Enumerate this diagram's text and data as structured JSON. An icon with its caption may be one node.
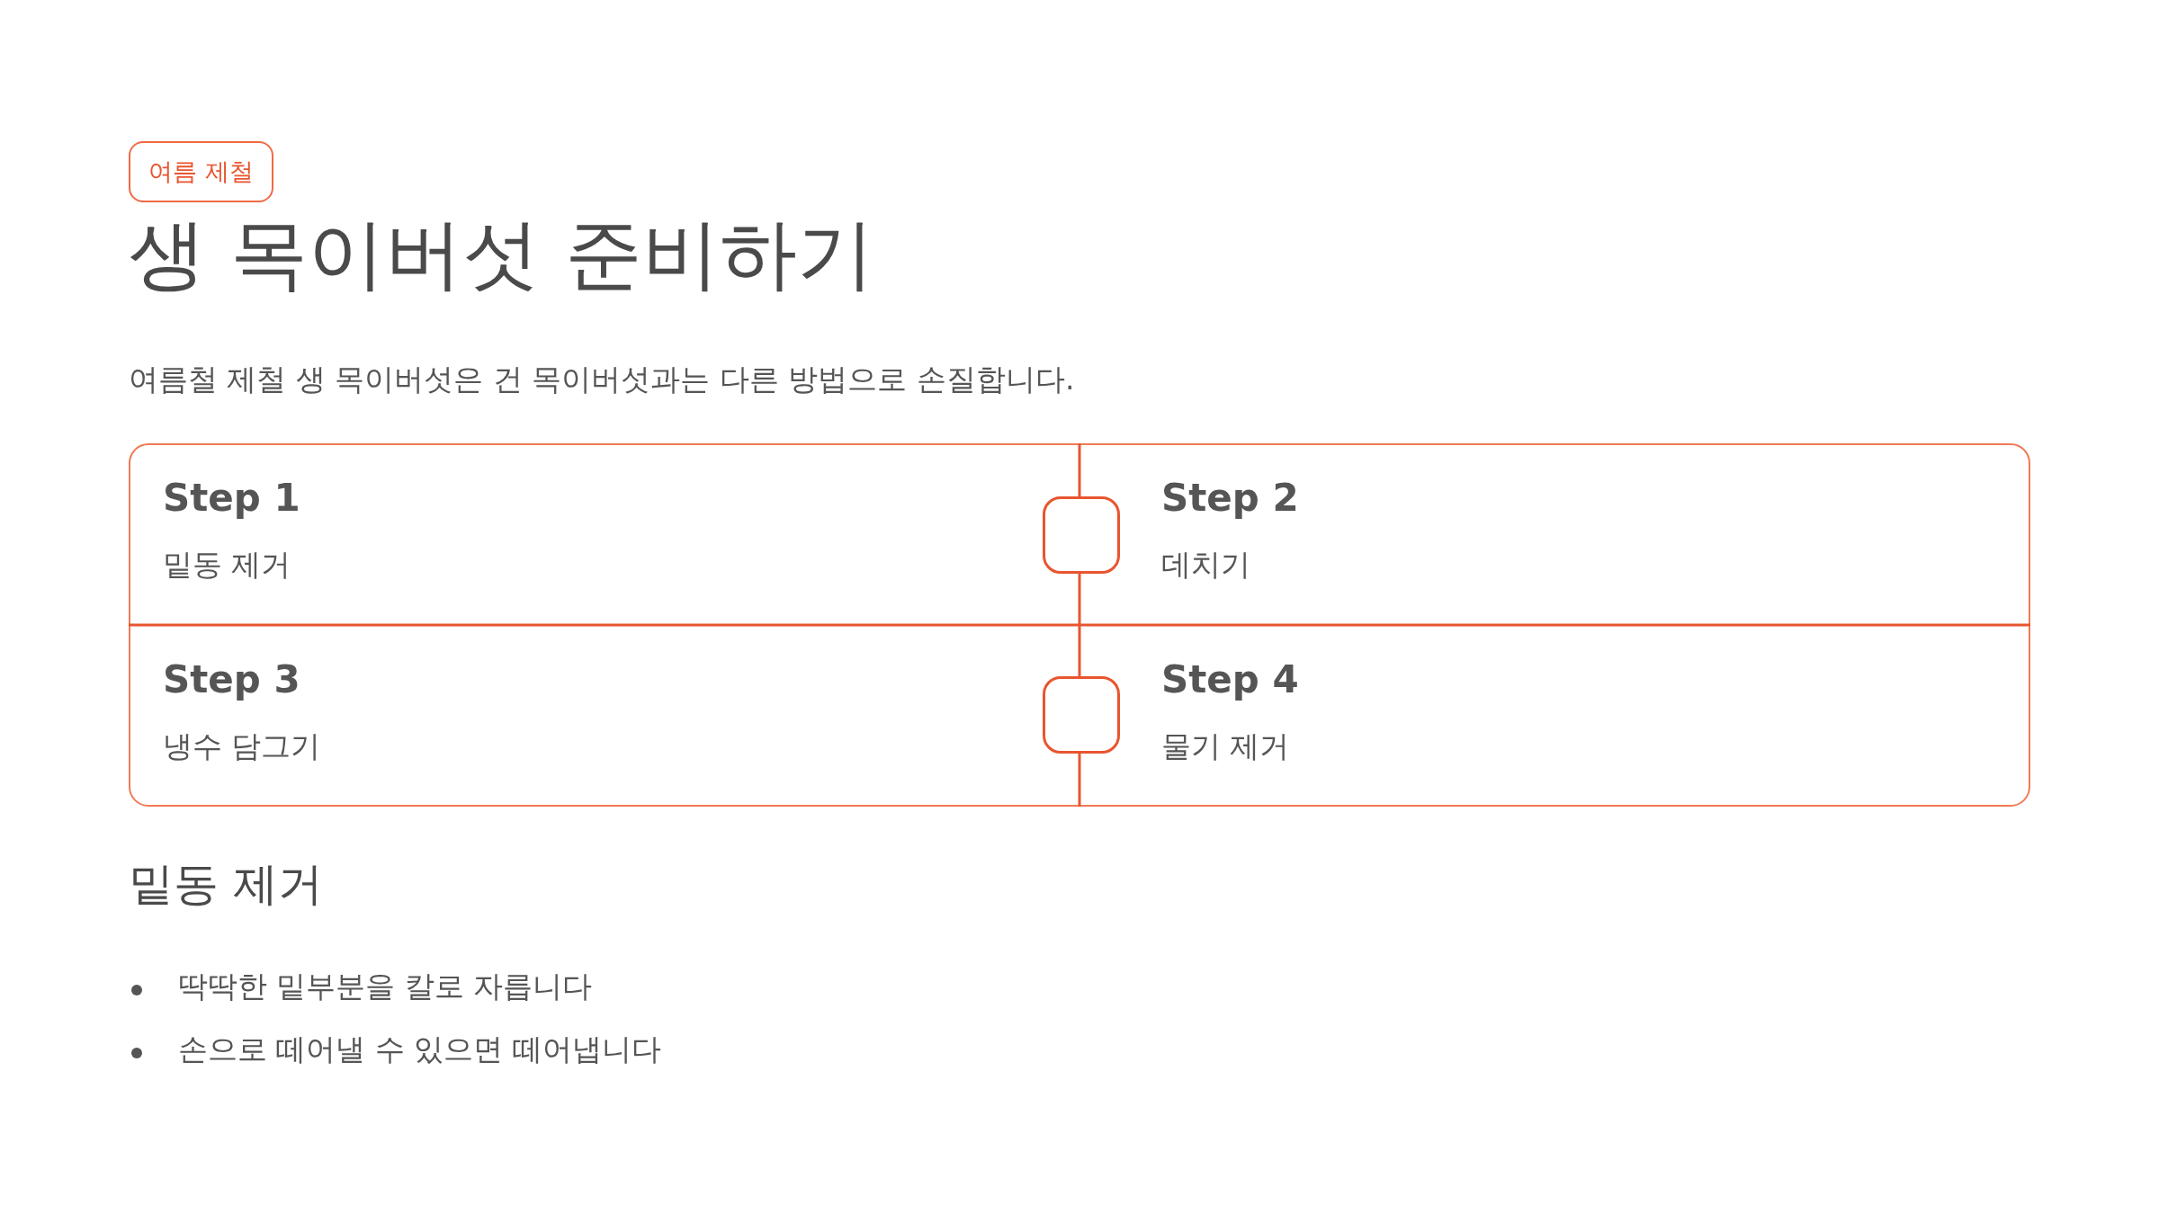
{
  "diagram": {
    "title": "생 목이버섯 준비하기",
    "nodes": [
      {
        "text": [
          "여름 제철"
        ]
      },
      {
        "text": [],
        "shape": "box"
      },
      {
        "text": [
          "Step 1",
          "밑동 제거"
        ],
        "in": 1
      },
      {
        "text": [
          "Step 2",
          "데치기"
        ],
        "in": 1
      },
      {
        "text": [
          "Step 3",
          "냉수 담그기"
        ],
        "in": 1
      },
      {
        "text": [
          "Step 4",
          "물기 제거"
        ],
        "in": 1
      },
      {
        "text": [],
        "shape": "box",
        "in": 1
      },
      {
        "text": [],
        "shape": "box",
        "in": 1
      }
    ],
    "edges": [],
    "labels": [
      "여름철 제철 생 목이버섯은 건 목이버섯과는 다른 방법으로 손질합니다.",
      "밑동 제거",
      "딱딱한 밑부분을 칼로 자릅니다",
      "손으로 떼어낼 수 있으면 떼어냅니다"
    ]
  }
}
